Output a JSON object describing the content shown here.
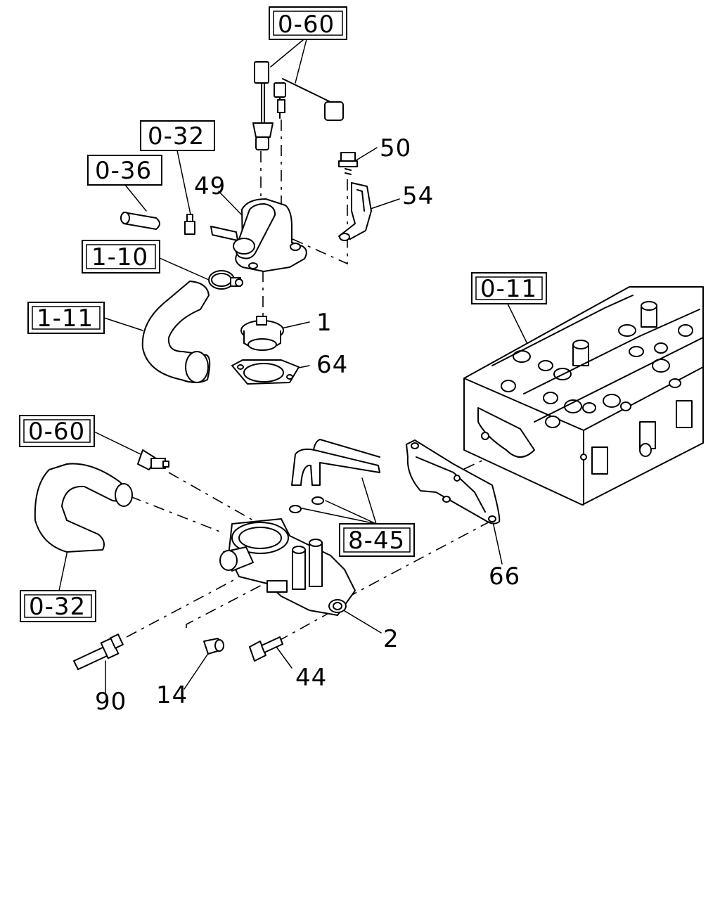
{
  "refs": {
    "r0_60_top": "0-60",
    "r0_32_top": "0-32",
    "r0_36": "0-36",
    "r1_10": "1-10",
    "r1_11": "1-11",
    "r0_11": "0-11",
    "r0_60_mid": "0-60",
    "r8_45": "8-45",
    "r0_32_bot": "0-32"
  },
  "parts": {
    "p50": "50",
    "p54": "54",
    "p49": "49",
    "p1": "1",
    "p64": "64",
    "p66": "66",
    "p2": "2",
    "p44": "44",
    "p14": "14",
    "p90": "90"
  }
}
